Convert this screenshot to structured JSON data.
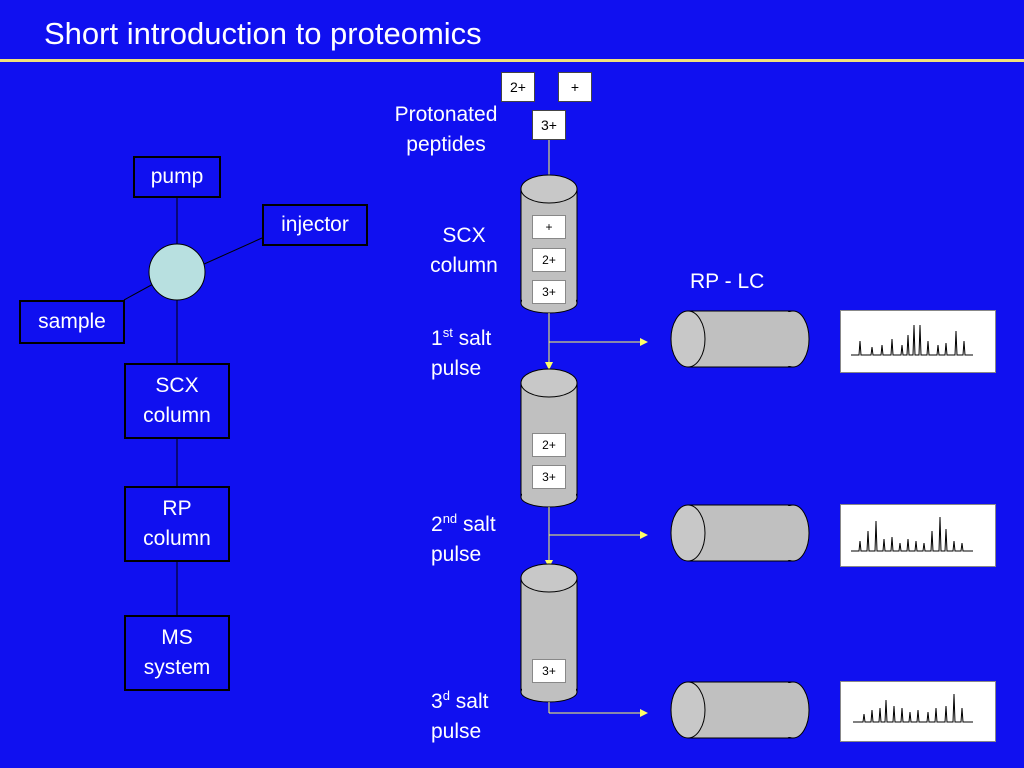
{
  "title": "Short introduction to proteomics",
  "colors": {
    "background": "#1010f0",
    "rule": "#f2e27a",
    "arrow": "#ffff66",
    "column": "#c0c0c0",
    "valve": "#b8e0e0"
  },
  "left_flow": {
    "pump": "pump",
    "injector": "injector",
    "sample": "sample",
    "scx_column": [
      "SCX",
      "column"
    ],
    "rp_column": [
      "RP",
      "column"
    ],
    "ms_system": [
      "MS",
      "system"
    ]
  },
  "right_flow": {
    "protonated_peptides": [
      "Protonated",
      "peptides"
    ],
    "input_ions": [
      "2+",
      "+",
      "3+"
    ],
    "scx_column": [
      "SCX",
      "column"
    ],
    "rp_lc": "RP - LC",
    "column1_ions": [
      "+",
      "2+",
      "3+"
    ],
    "column2_ions": [
      "2+",
      "3+"
    ],
    "column3_ions": [
      "3+"
    ],
    "pulse1": {
      "num": "1",
      "sup": "st",
      "word": "salt",
      "line2": "pulse"
    },
    "pulse2": {
      "num": "2",
      "sup": "nd",
      "word": "salt",
      "line2": "pulse"
    },
    "pulse3": {
      "num": "3",
      "sup": "d",
      "word": "salt",
      "line2": "pulse"
    }
  }
}
